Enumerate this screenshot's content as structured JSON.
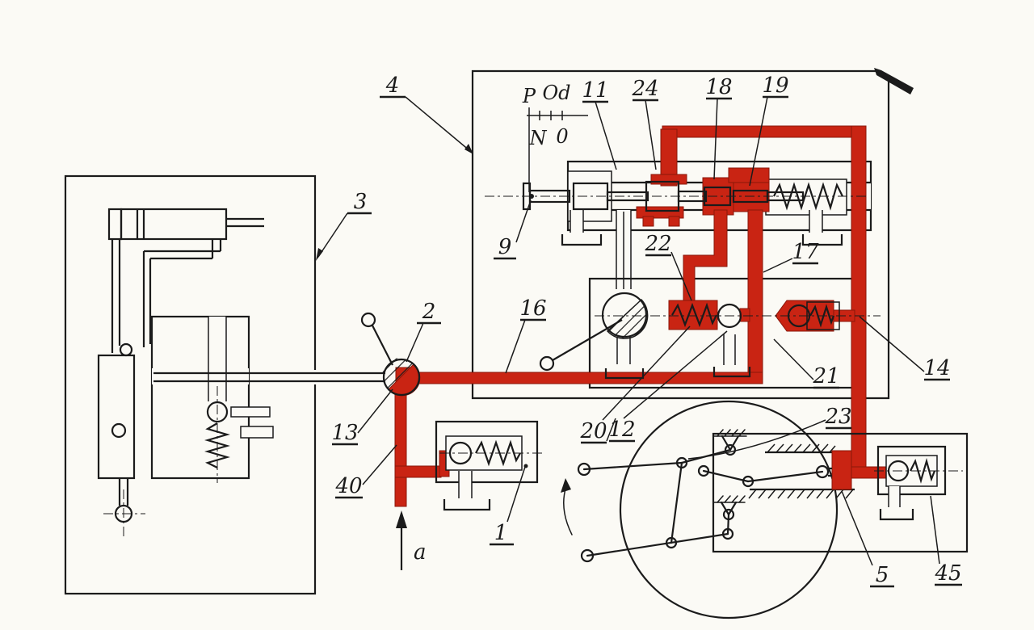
{
  "figure": {
    "description_visible_text_only": true,
    "colors": {
      "paper": "#fbfaf5",
      "ink": "#1b1b1b",
      "pipe_red": "#c92413"
    }
  },
  "labels": {
    "c1": "1",
    "c2": "2",
    "c3": "3",
    "c4": "4",
    "c5": "5",
    "c9": "9",
    "c11": "11",
    "c12": "12",
    "c13": "13",
    "c14": "14",
    "c16": "16",
    "c17": "17",
    "c18": "18",
    "c19": "19",
    "c20": "20",
    "c21": "21",
    "c22": "22",
    "c23": "23",
    "c24": "24",
    "c40": "40",
    "c45": "45",
    "ca": "a"
  },
  "scale": {
    "p": "P",
    "od": "Od",
    "n": "N",
    "o": "0"
  }
}
